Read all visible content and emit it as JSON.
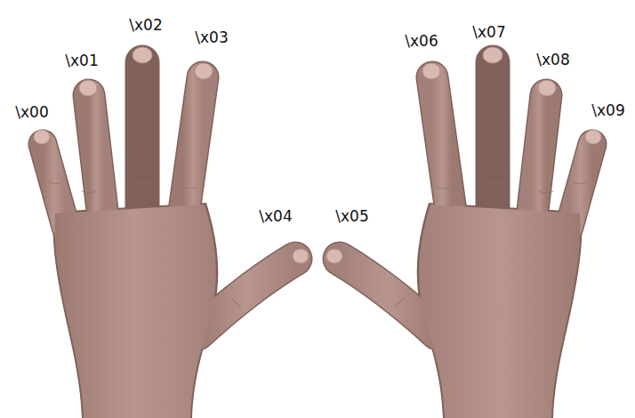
{
  "diagram": {
    "labels": [
      "\\x00",
      "\\x01",
      "\\x02",
      "\\x03",
      "\\x04",
      "\\x05",
      "\\x06",
      "\\x07",
      "\\x08",
      "\\x09"
    ]
  }
}
